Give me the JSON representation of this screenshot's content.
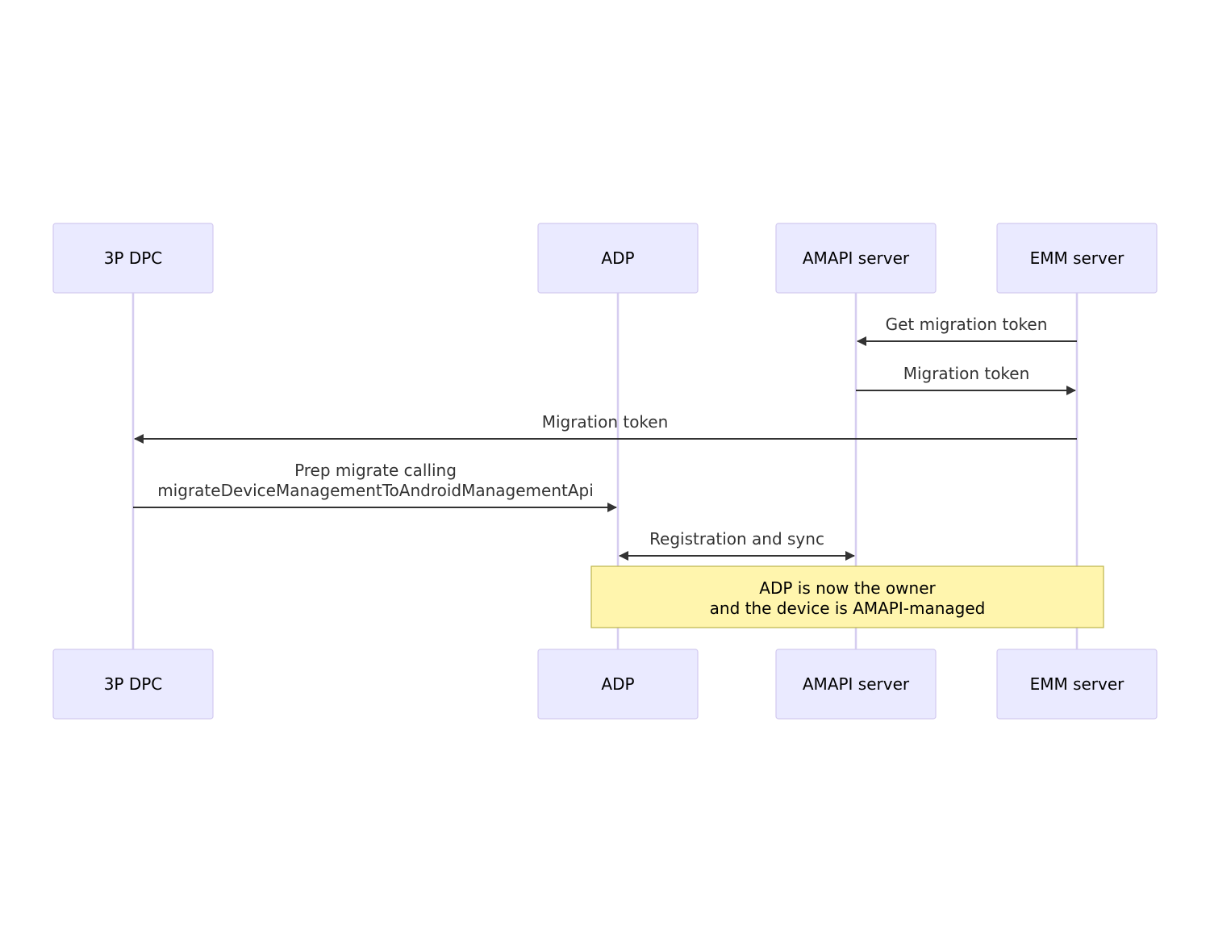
{
  "participants": [
    {
      "id": "dpc",
      "label": "3P DPC"
    },
    {
      "id": "adp",
      "label": "ADP"
    },
    {
      "id": "amapi",
      "label": "AMAPI server"
    },
    {
      "id": "emm",
      "label": "EMM server"
    }
  ],
  "messages": [
    {
      "from": "emm",
      "to": "amapi",
      "label": [
        "Get migration token"
      ],
      "bidirectional": false
    },
    {
      "from": "amapi",
      "to": "emm",
      "label": [
        "Migration token"
      ],
      "bidirectional": false
    },
    {
      "from": "emm",
      "to": "dpc",
      "label": [
        "Migration token"
      ],
      "bidirectional": false
    },
    {
      "from": "dpc",
      "to": "adp",
      "label": [
        "Prep migrate calling",
        "migrateDeviceManagementToAndroidManagementApi"
      ],
      "bidirectional": false
    },
    {
      "from": "adp",
      "to": "amapi",
      "label": [
        "Registration and sync"
      ],
      "bidirectional": true
    }
  ],
  "note": {
    "over": [
      "adp",
      "emm"
    ],
    "lines": [
      "ADP is now the owner",
      "and the device is AMAPI-managed"
    ]
  },
  "colors": {
    "actor_fill": "#eaeaff",
    "actor_stroke": "#d2c9ef",
    "lifeline": "#d6cdf0",
    "arrow": "#333333",
    "note_fill": "#fff5ad",
    "note_stroke": "#bcb34a"
  }
}
